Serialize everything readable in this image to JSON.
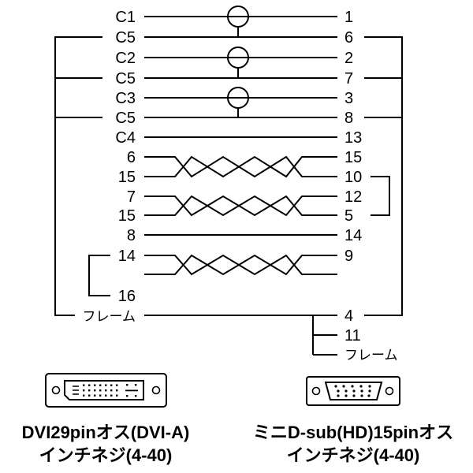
{
  "left_pins": {
    "row1": "C1",
    "row2": "C5",
    "row3": "C2",
    "row4": "C5",
    "row5": "C3",
    "row6": "C5",
    "row7": "C4",
    "row8": "6",
    "row9": "15",
    "row10": "7",
    "row11": "15",
    "row12": "8",
    "row13": "14",
    "row14": "16",
    "frame": "フレーム"
  },
  "right_pins": {
    "row1": "1",
    "row2": "6",
    "row3": "2",
    "row4": "7",
    "row5": "3",
    "row6": "8",
    "row7": "13",
    "row8": "15",
    "row9": "10",
    "row10": "12",
    "row11": "5",
    "row12": "14",
    "row13": "9",
    "frame_top": "4",
    "frame_mid": "11",
    "frame_bottom": "フレーム"
  },
  "captions": {
    "left_line1": "DVI29pinオス(DVI-A)",
    "left_line2": "インチネジ(4-40)",
    "right_line1": "ミニD-sub(HD)15pinオス",
    "right_line2": "インチネジ(4-40)"
  }
}
